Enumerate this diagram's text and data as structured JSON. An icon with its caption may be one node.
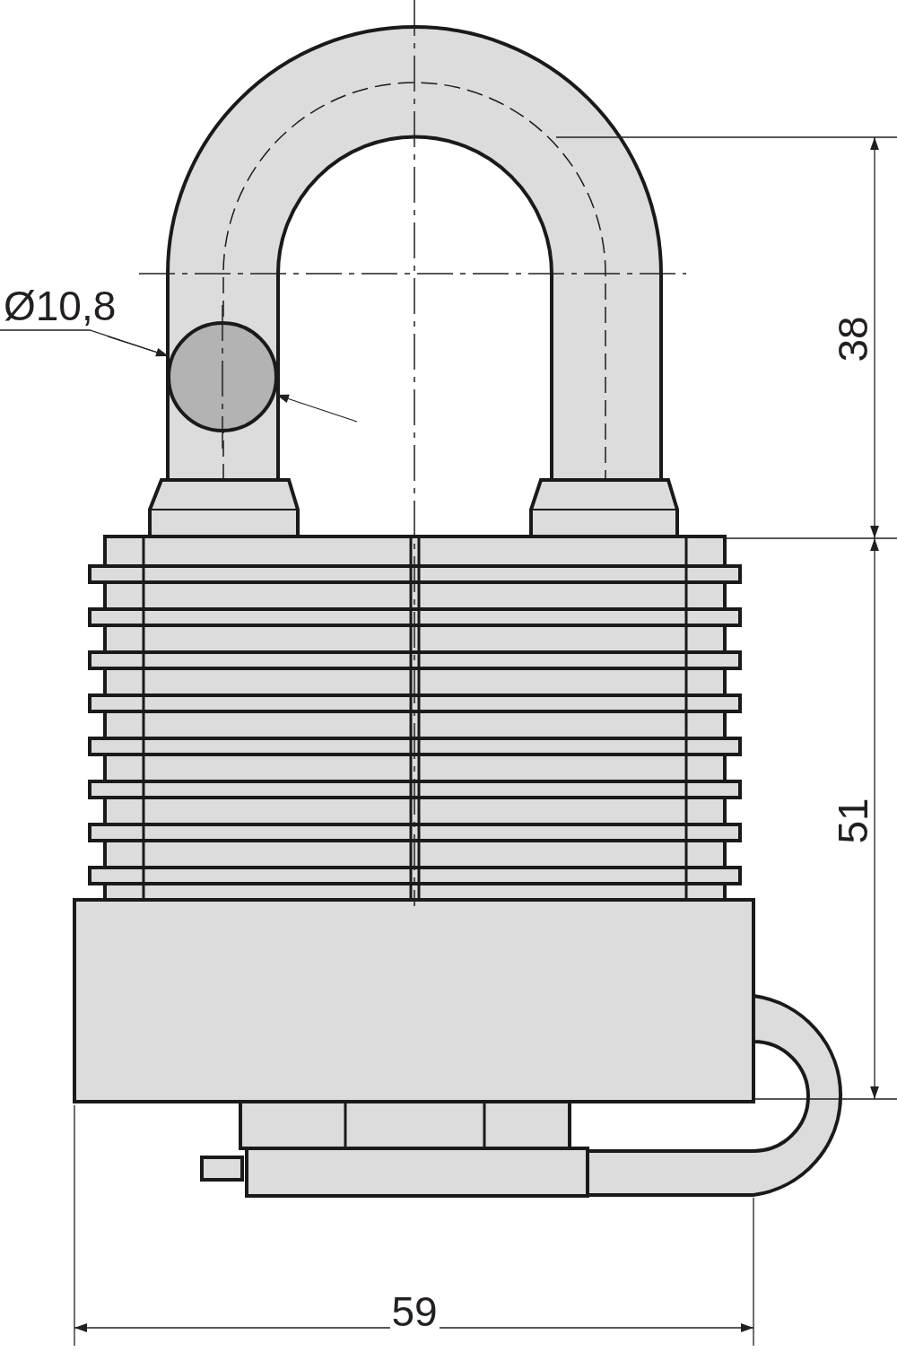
{
  "diagram": {
    "labels": [
      "Ø10,8",
      "38",
      "51",
      "59"
    ]
  }
}
